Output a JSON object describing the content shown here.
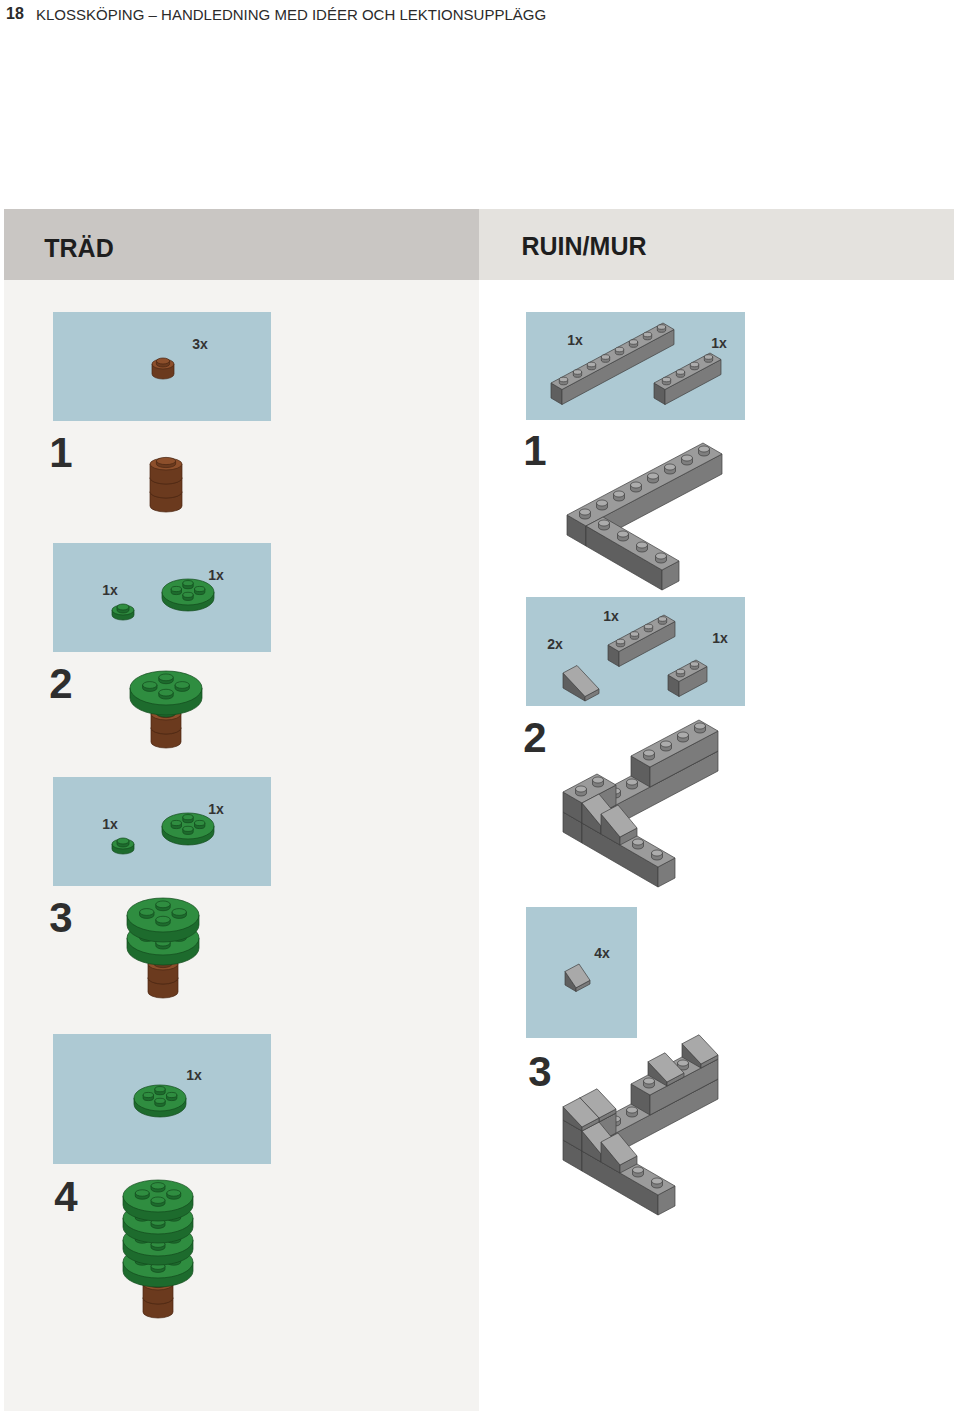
{
  "diagram": {
    "nodes": [
      {
        "text": [
          "TRÄD"
        ]
      },
      {
        "text": [
          "RUIN/MUR"
        ]
      },
      {
        "text": [
          "3x"
        ],
        "in": 0
      },
      {
        "text": [
          "1x",
          "1x"
        ],
        "in": 0
      },
      {
        "text": [
          "1x",
          "1x"
        ],
        "in": 0
      },
      {
        "text": [
          "1x"
        ],
        "in": 0
      },
      {
        "text": [
          "1x",
          "1x"
        ],
        "in": 1
      },
      {
        "text": [
          "2x",
          "1x",
          "1x"
        ],
        "in": 1
      },
      {
        "text": [
          "4x"
        ],
        "in": 1
      }
    ],
    "labels": [
      "18",
      "KLOSSKÖPING – HANDLEDNING MED IDÉER OCH LEKTIONSUPPLÄGG",
      "1",
      "2",
      "3",
      "4",
      "1",
      "2",
      "3"
    ]
  }
}
